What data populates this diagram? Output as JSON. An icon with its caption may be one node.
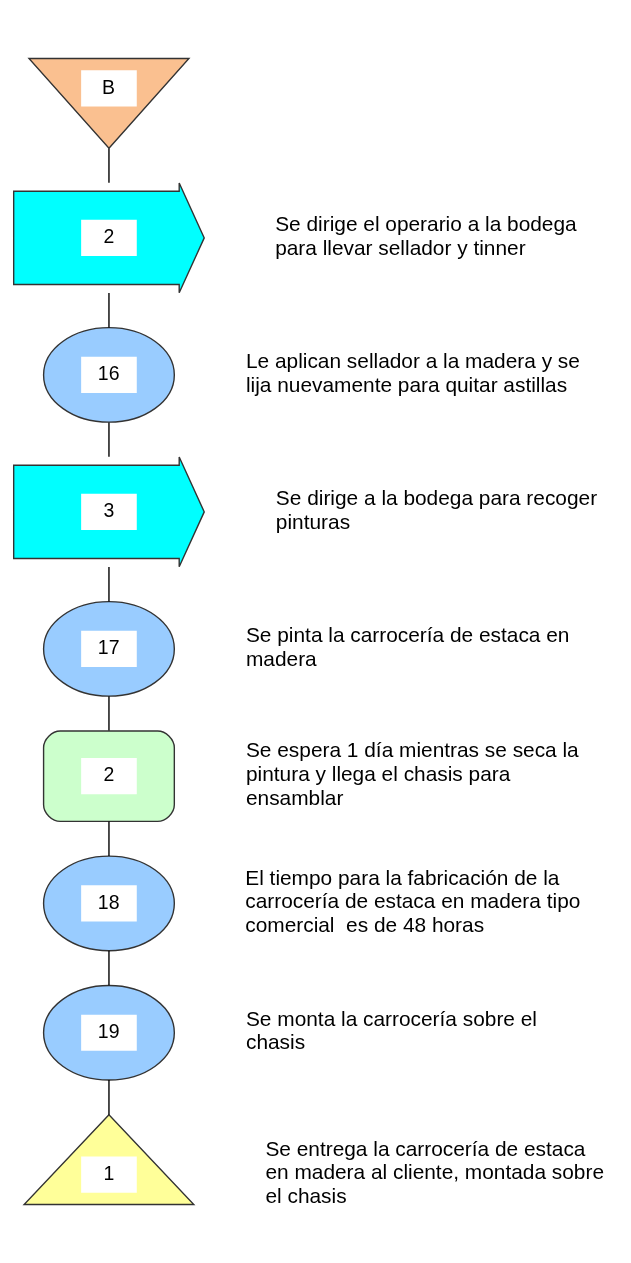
{
  "diagram": {
    "nodes": [
      {
        "text": [
          "B"
        ]
      },
      {
        "text": [
          "2"
        ],
        "beside": [
          "Se dirige el operario a la bodega para llevar sellador y tinner"
        ]
      },
      {
        "text": [
          "16"
        ],
        "beside": [
          "Le aplican sellador a la madera y se lija nuevamente para quitar astillas"
        ]
      },
      {
        "text": [
          "3"
        ],
        "beside": [
          "Se dirige a la bodega para recoger pinturas"
        ]
      },
      {
        "text": [
          "17"
        ],
        "beside": [
          "Se pinta la carrocería de estaca en madera"
        ]
      },
      {
        "text": [
          "2"
        ],
        "beside": [
          "Se espera 1 día mientras se seca la pintura y llega el chasis para ensamblar"
        ]
      },
      {
        "text": [
          "18"
        ],
        "beside": [
          "El tiempo para la fabricación de la carrocería de estaca en madera tipo comercial  es de 48 horas"
        ]
      },
      {
        "text": [
          "19"
        ],
        "beside": [
          "Se monta la carrocería sobre el chasis"
        ]
      },
      {
        "text": [
          "1"
        ],
        "beside": [
          "Se entrega la carrocería de estaca en madera al cliente, montada sobre el chasis"
        ]
      }
    ],
    "edges": [
      {
        "from": 0,
        "to": 1,
        "arrow": "none"
      },
      {
        "from": 1,
        "to": 2,
        "arrow": "none"
      },
      {
        "from": 2,
        "to": 3,
        "arrow": "none"
      },
      {
        "from": 3,
        "to": 4,
        "arrow": "none"
      },
      {
        "from": 4,
        "to": 5,
        "arrow": "none"
      },
      {
        "from": 5,
        "to": 6,
        "arrow": "none"
      },
      {
        "from": 6,
        "to": 7,
        "arrow": "none"
      },
      {
        "from": 7,
        "to": 8,
        "arrow": "none"
      }
    ]
  }
}
